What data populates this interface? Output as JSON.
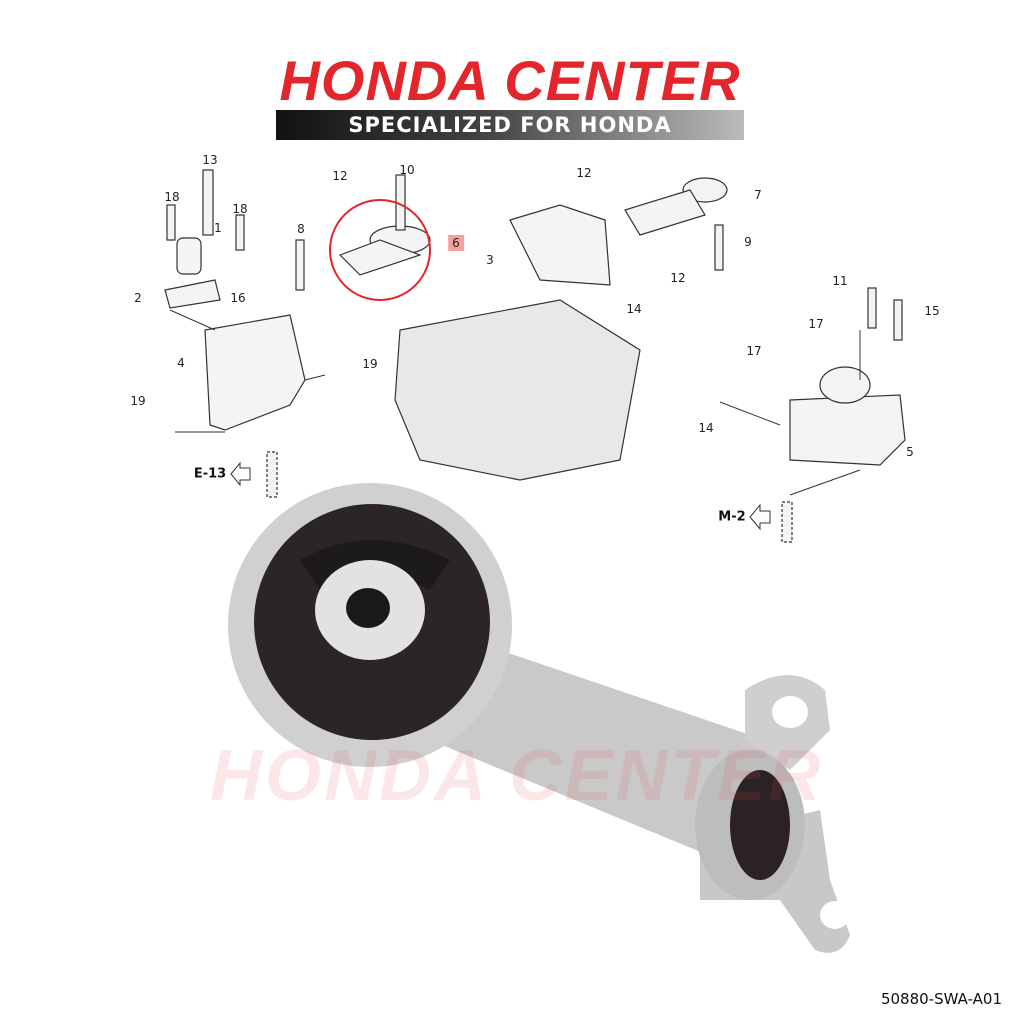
{
  "brand": {
    "title": "HONDA CENTER",
    "tagline": "SPECIALIZED FOR HONDA",
    "color": "#e3262b"
  },
  "diagram": {
    "callouts": [
      "13",
      "18",
      "18",
      "1",
      "8",
      "2",
      "16",
      "4",
      "19",
      "19",
      "12",
      "10",
      "6",
      "12",
      "7",
      "3",
      "9",
      "12",
      "14",
      "11",
      "15",
      "17",
      "17",
      "14",
      "5"
    ],
    "highlighted_callout": "6",
    "highlight_color": "#e3262b",
    "references": [
      "E-13",
      "M-2"
    ]
  },
  "watermark": "HONDA CENTER",
  "part_number": "50880-SWA-A01"
}
